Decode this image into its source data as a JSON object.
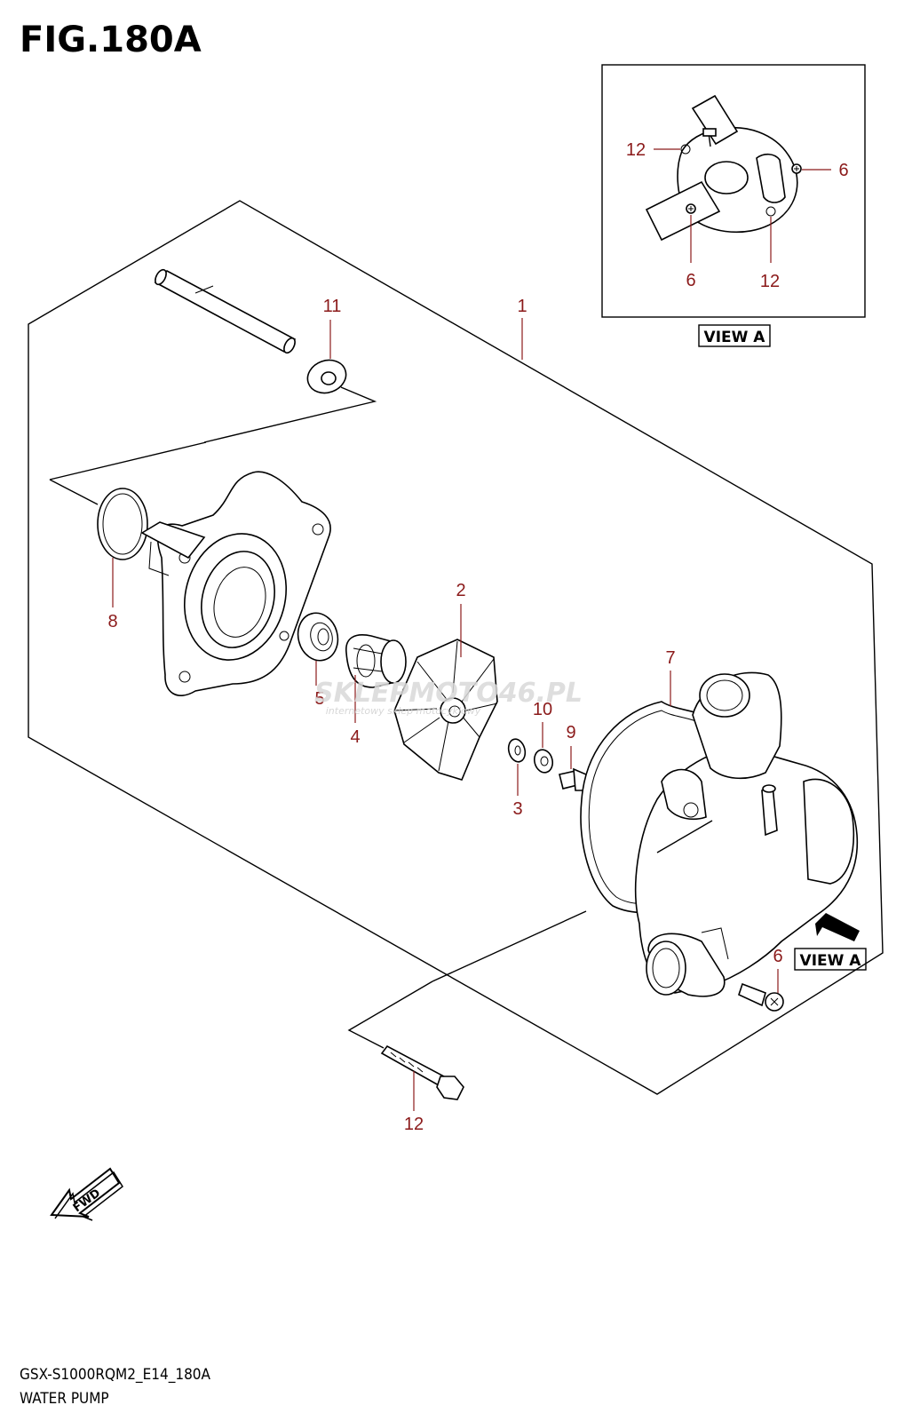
{
  "figure": {
    "title": "FIG.180A",
    "model_code": "GSX-S1000RQM2_E14_180A",
    "section_name": "WATER PUMP"
  },
  "view_a": {
    "label": "VIEW A",
    "callouts": [
      "12",
      "6",
      "6",
      "12"
    ]
  },
  "main_view_label": "VIEW A",
  "fwd_label": "FWD",
  "watermark": {
    "brand": "SKLEPMOTO46.PL",
    "tagline": "internetowy sklep motocyklowy"
  },
  "callouts": {
    "c1": "1",
    "c2": "2",
    "c3": "3",
    "c4": "4",
    "c5": "5",
    "c6": "6",
    "c7": "7",
    "c8": "8",
    "c9": "9",
    "c10": "10",
    "c11": "11",
    "c12": "12"
  },
  "colors": {
    "callout": "#8b1a1a",
    "line": "#000000",
    "watermark": "#d9d9d9"
  }
}
